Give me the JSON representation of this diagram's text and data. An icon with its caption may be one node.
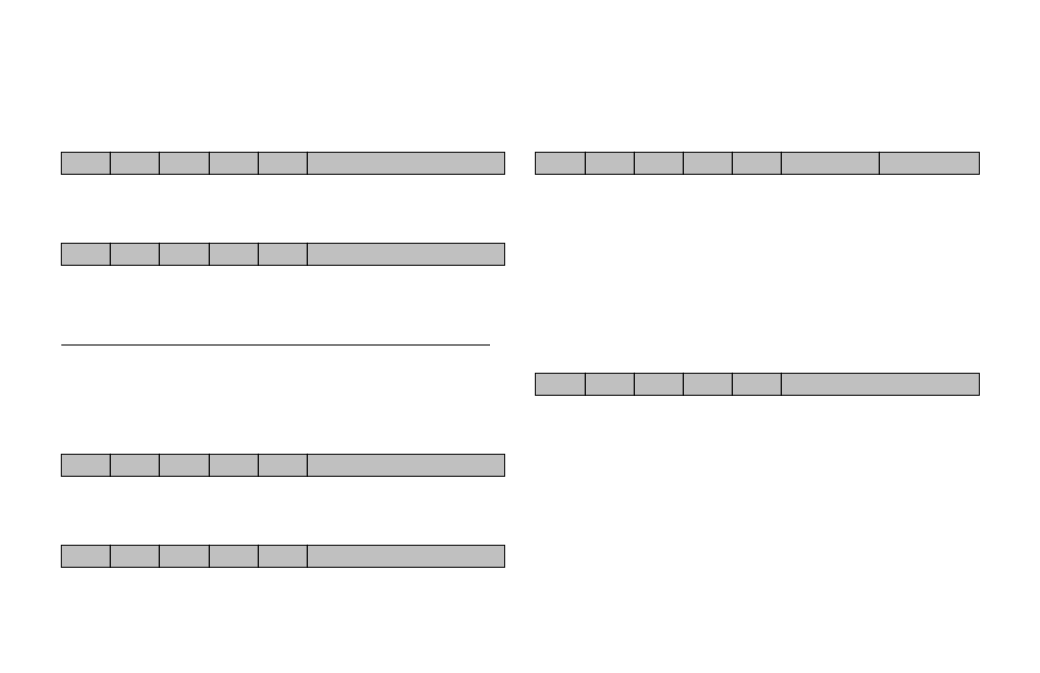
{
  "diagram": {
    "nodes": [
      {
        "text": [],
        "shape": "box"
      },
      {
        "text": [],
        "shape": "box"
      },
      {
        "text": [],
        "shape": "box"
      },
      {
        "text": [],
        "shape": "box"
      },
      {
        "text": [],
        "shape": "box"
      },
      {
        "text": [],
        "shape": "box"
      },
      {
        "text": [],
        "shape": "box"
      },
      {
        "text": [],
        "shape": "box"
      },
      {
        "text": [],
        "shape": "box"
      },
      {
        "text": [],
        "shape": "box"
      },
      {
        "text": [],
        "shape": "box"
      },
      {
        "text": [],
        "shape": "box"
      },
      {
        "text": [],
        "shape": "box"
      },
      {
        "text": [],
        "shape": "box"
      },
      {
        "text": [],
        "shape": "box"
      },
      {
        "text": [],
        "shape": "box"
      },
      {
        "text": [],
        "shape": "box"
      },
      {
        "text": [],
        "shape": "box"
      },
      {
        "text": [],
        "shape": "box"
      },
      {
        "text": [],
        "shape": "box"
      },
      {
        "text": [],
        "shape": "box"
      },
      {
        "text": [],
        "shape": "box"
      },
      {
        "text": [],
        "shape": "box"
      },
      {
        "text": [],
        "shape": "box"
      },
      {
        "text": [],
        "shape": "box"
      },
      {
        "text": [],
        "shape": "box"
      },
      {
        "text": [],
        "shape": "box"
      },
      {
        "text": [],
        "shape": "box"
      },
      {
        "text": [],
        "shape": "box"
      },
      {
        "text": [],
        "shape": "box"
      },
      {
        "text": [],
        "shape": "box"
      },
      {
        "text": [],
        "shape": "box"
      },
      {
        "text": [],
        "shape": "box"
      },
      {
        "text": [],
        "shape": "box"
      },
      {
        "text": [],
        "shape": "box"
      },
      {
        "text": [],
        "shape": "box"
      },
      {
        "text": [],
        "shape": "box"
      }
    ]
  }
}
